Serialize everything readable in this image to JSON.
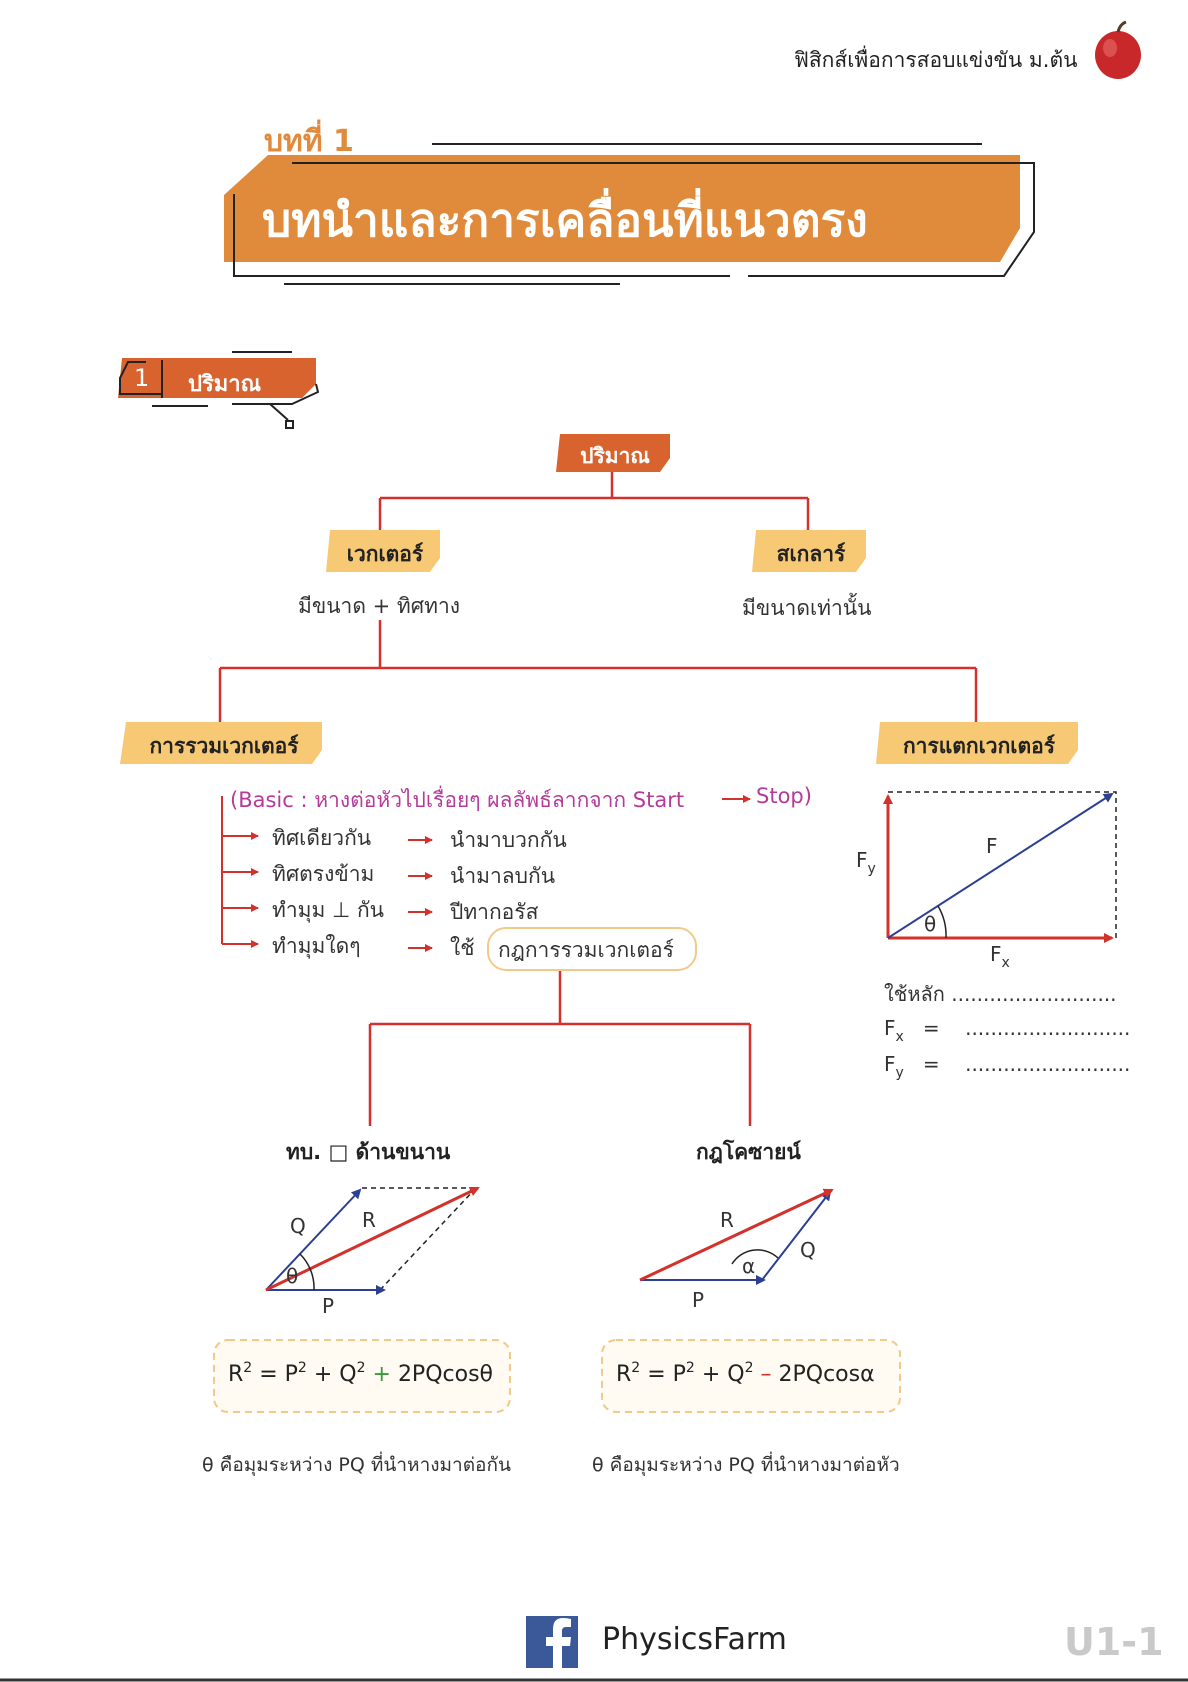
{
  "header": {
    "title": "ฟิสิกส์เพื่อการสอบแข่งขัน ม.ต้น",
    "icon": "apple-icon"
  },
  "chapter": {
    "label": "บทที่ 1",
    "title": "บทนำและการเคลื่อนที่แนวตรง"
  },
  "section": {
    "number": "1",
    "title": "ปริมาณ"
  },
  "diagram": {
    "root": "ปริมาณ",
    "vector": {
      "label": "เวกเตอร์",
      "desc": "มีขนาด + ทิศทาง"
    },
    "scalar": {
      "label": "สเกลาร์",
      "desc": "มีขนาดเท่านั้น"
    },
    "vector_addition": {
      "label": "การรวมเวกเตอร์",
      "basic_a": "(Basic  :  หางต่อหัวไปเรื่อยๆ ผลลัพธ์ลากจาก Start",
      "basic_b": "Stop)",
      "items": [
        {
          "case": "ทิศเดียวกัน",
          "result": "นำมาบวกกัน"
        },
        {
          "case": "ทิศตรงข้าม",
          "result": "นำมาลบกัน"
        },
        {
          "case": "ทำมุม ⊥ กัน",
          "result": "ปีทากอรัส"
        },
        {
          "case": "ทำมุมใดๆ",
          "result": "ใช้"
        }
      ],
      "rule_box": "กฎการรวมเวกเตอร์"
    },
    "vector_resolution": {
      "label": "การแตกเวกเตอร์",
      "use_line": "ใช้หลัก ..........................",
      "fx_line": "=",
      "fy_line": "=",
      "dots": ".........................."
    },
    "parallelogram": {
      "title": "ทบ. □ ด้านขนาน",
      "formula_a": "R",
      "formula_b": " = P",
      "formula_c": " + Q",
      "formula_op": "+",
      "formula_d": "2PQcosθ",
      "caption": "θ คือมุมระหว่าง PQ ที่นำหางมาต่อกัน"
    },
    "cosine": {
      "title": "กฎโคซายน์",
      "formula_a": "R",
      "formula_b": " = P",
      "formula_c": " + Q",
      "formula_op": "–",
      "formula_d": "2PQcosα",
      "caption": "θ คือมุมระหว่าง PQ ที่นำหางมาต่อหัว"
    },
    "labels": {
      "F": "F",
      "Fx": "F",
      "Fy": "F",
      "x": "x",
      "y": "y",
      "two": "2",
      "theta": "θ",
      "alpha": "α",
      "P": "P",
      "Q": "Q",
      "R": "R"
    }
  },
  "footer": {
    "brand": "PhysicsFarm",
    "icon": "facebook-icon",
    "page": "U1-1"
  },
  "colors": {
    "orange": "#e08a3c",
    "dark_orange": "#d9632e",
    "yellow_box": "#f7c974",
    "red_line": "#d3312b",
    "blue_vec": "#2b3f93",
    "basic_purple": "#b63a9a"
  }
}
